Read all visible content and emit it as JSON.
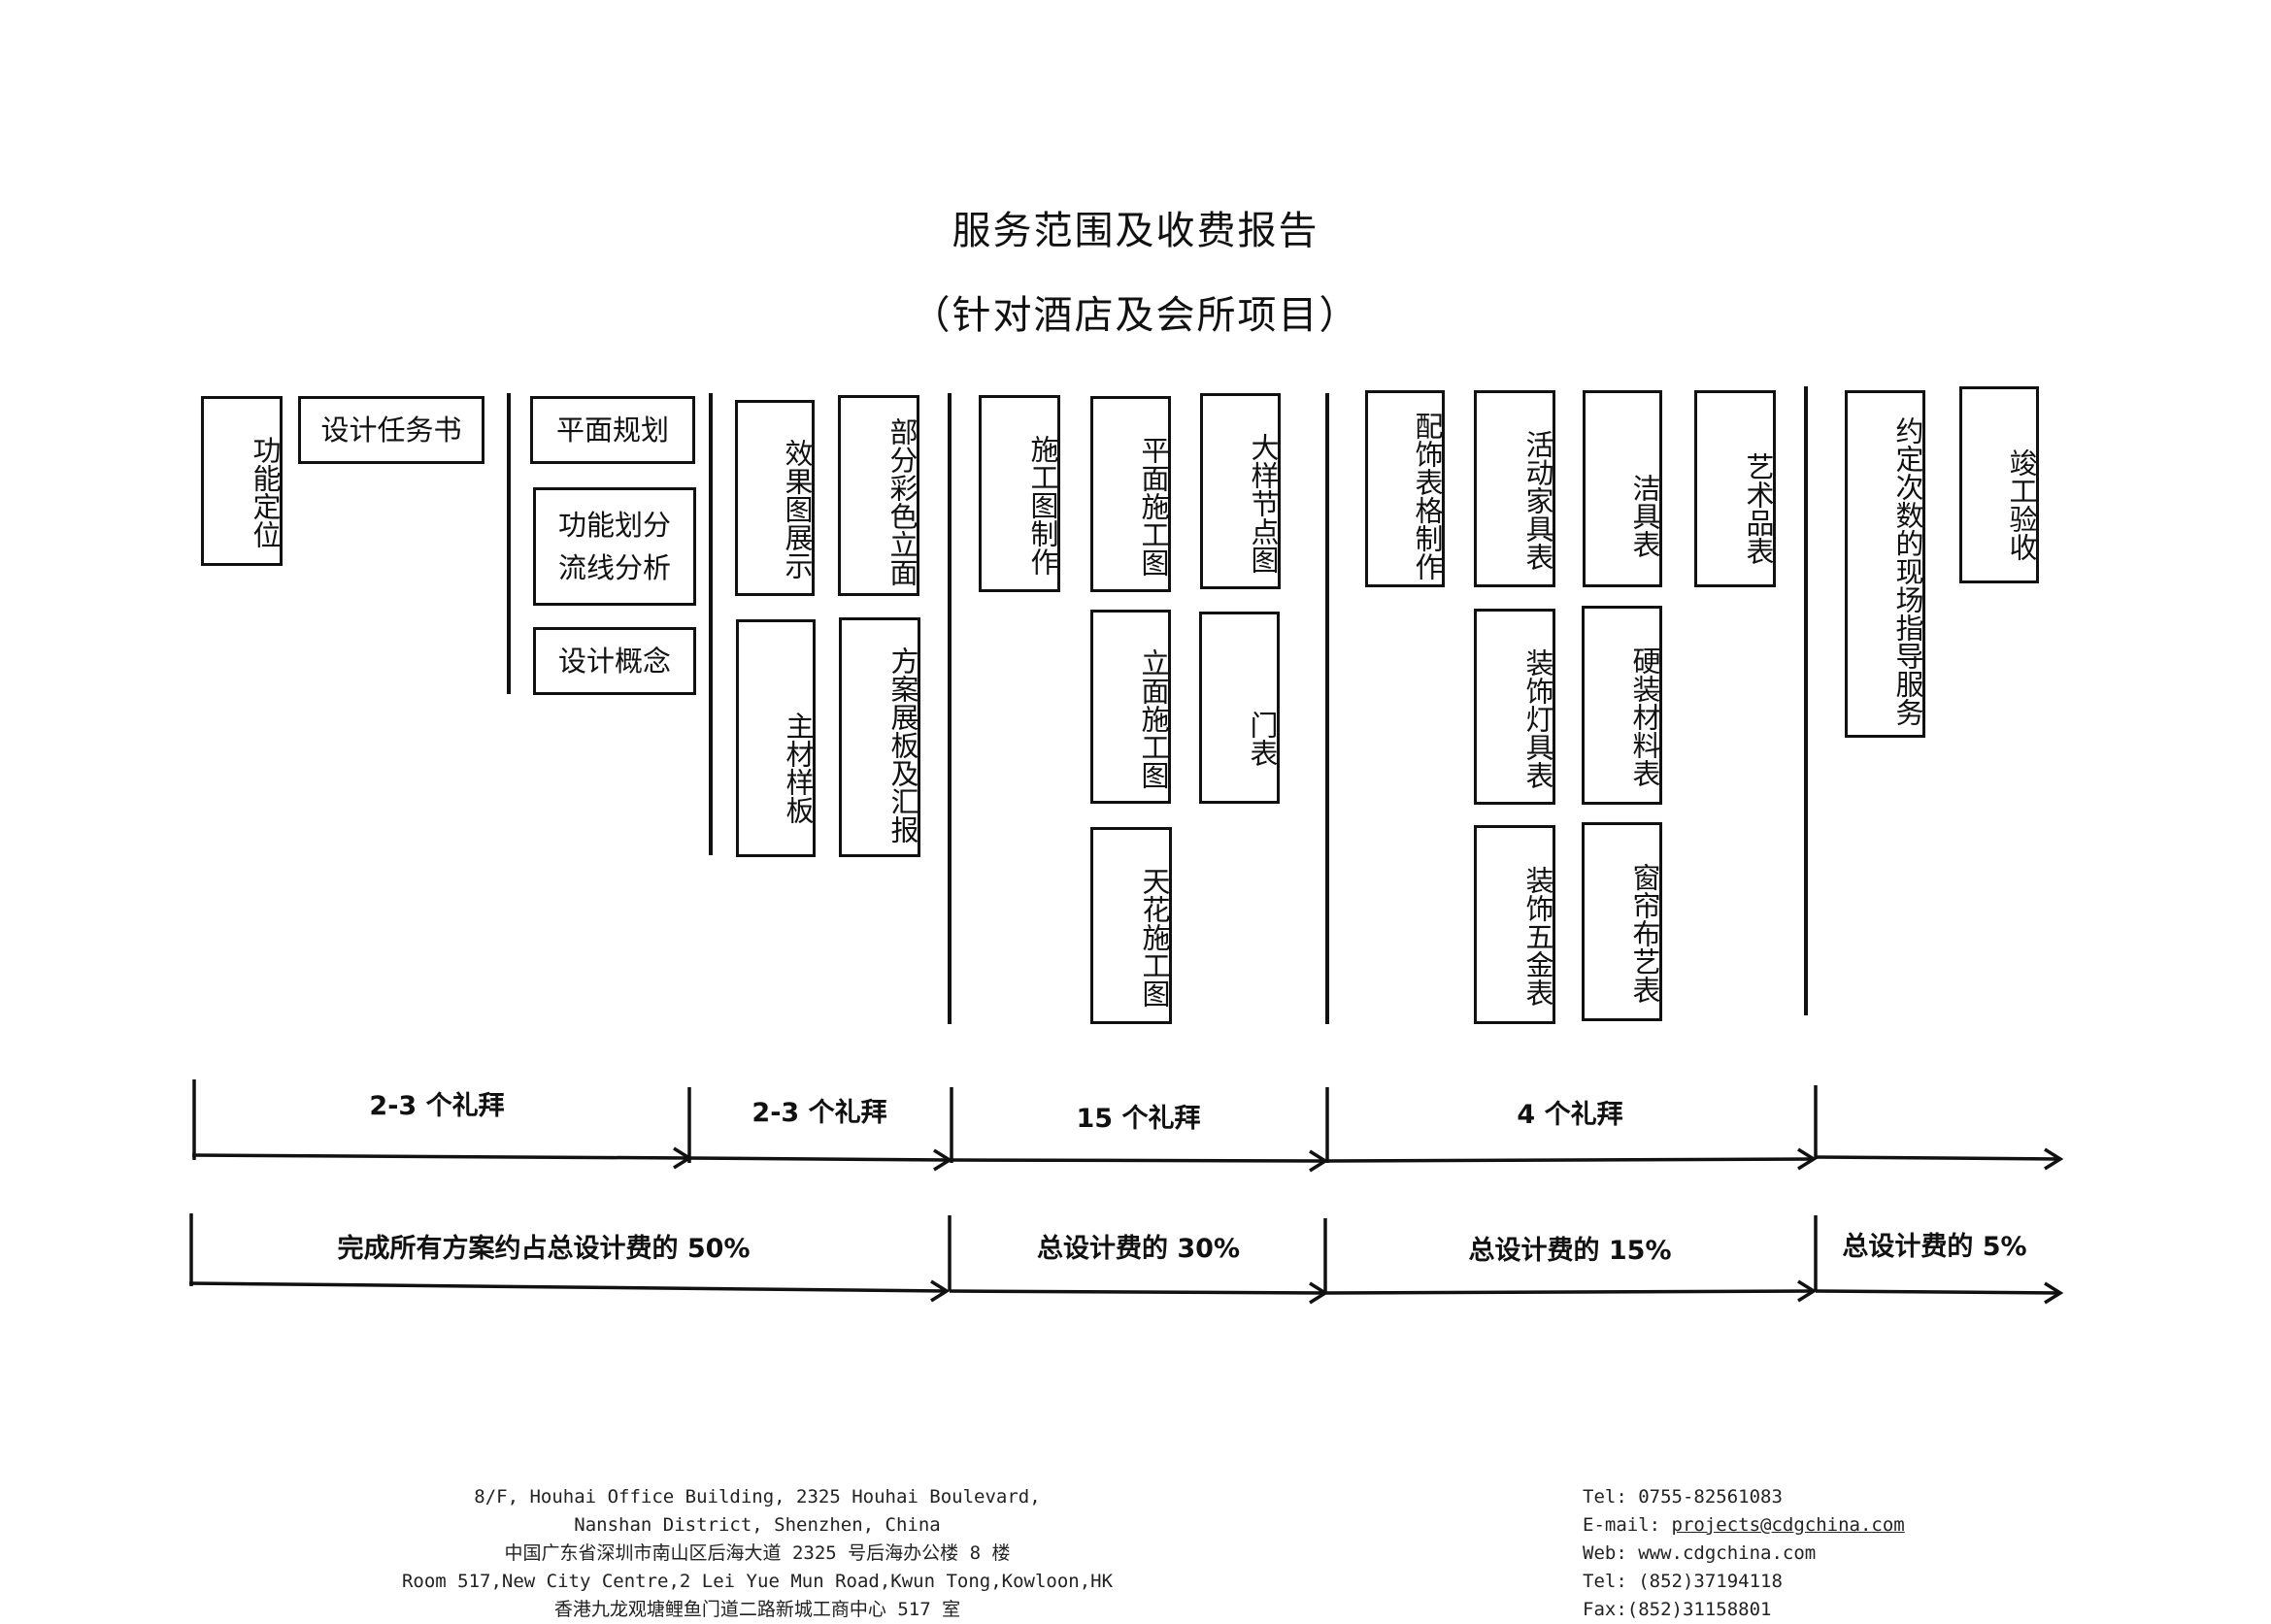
{
  "title": "服务范围及收费报告",
  "subtitle": "（针对酒店及会所项目）",
  "boxes": {
    "b1": "功能定位",
    "b2": "设计任务书",
    "b3": "平面规划",
    "b4": "功能划分流线分析",
    "b5": "设计概念",
    "b6": "效果图展示",
    "b7": "部分彩色立面",
    "b8": "主材样板",
    "b9": "方案展板及汇报",
    "b10": "施工图制作",
    "b11": "平面施工图",
    "b12": "大样节点图",
    "b13": "立面施工图",
    "b14": "门表",
    "b15": "天花施工图",
    "b16": "配饰表格制作",
    "b17": "活动家具表",
    "b18": "洁具表",
    "b19": "艺术品表",
    "b20": "装饰灯具表",
    "b21": "硬装材料表",
    "b22": "装饰五金表",
    "b23": "窗帘布艺表",
    "b24": "约定次数的现场指导服务",
    "b25": "竣工验收"
  },
  "timeline": {
    "t1": "2-3 个礼拜",
    "t2": "2-3 个礼拜",
    "t3": "15 个礼拜",
    "t4": "4 个礼拜"
  },
  "fees": {
    "f1": "完成所有方案约占总设计费的 50%",
    "f2": "总设计费的 30%",
    "f3": "总设计费的 15%",
    "f4": "总设计费的 5%"
  },
  "footer": {
    "addr1": "8/F, Houhai Office Building, 2325 Houhai Boulevard,",
    "addr2": "Nanshan District, Shenzhen, China",
    "addr3": "中国广东省深圳市南山区后海大道 2325 号后海办公楼 8 楼",
    "addr4": "Room 517,New City Centre,2 Lei Yue Mun Road,Kwun Tong,Kowloon,HK",
    "addr5": "香港九龙观塘鲤鱼门道二路新城工商中心 517 室",
    "tel1": "Tel: 0755-82561083",
    "email_label": "E-mail: ",
    "email": "projects@cdgchina.com",
    "web": "Web: www.cdgchina.com",
    "tel2": "Tel: (852)37194118",
    "fax": "Fax:(852)31158801"
  }
}
